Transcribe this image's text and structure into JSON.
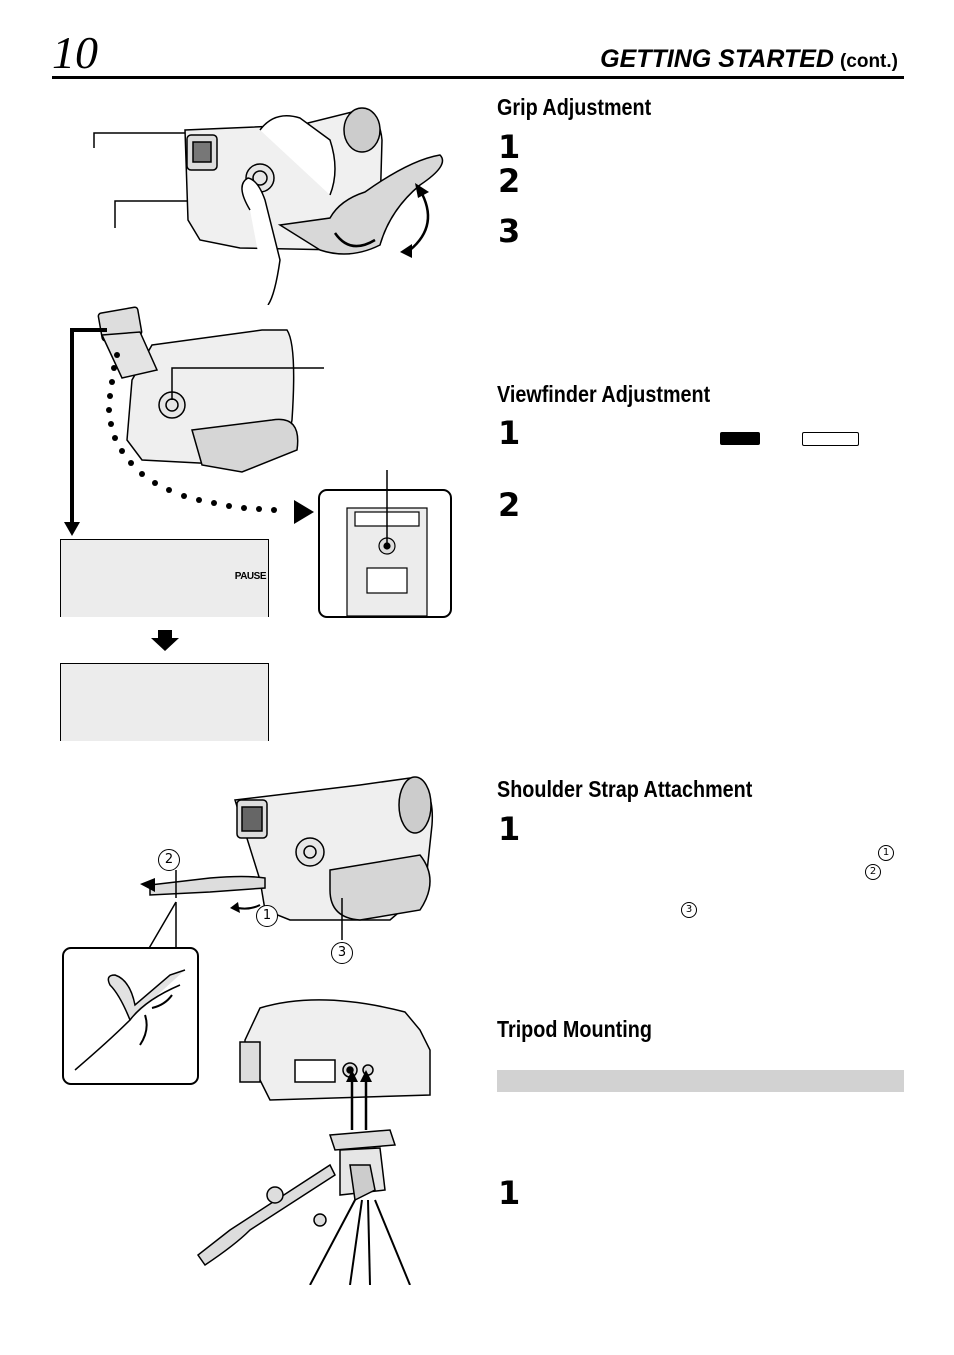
{
  "page": {
    "number": "10",
    "header_title": "GETTING STARTED",
    "header_cont": "(cont.)"
  },
  "sections": {
    "grip": {
      "title": "Grip Adjustment",
      "steps": [
        "1",
        "2",
        "3"
      ]
    },
    "viewfinder": {
      "title": "Viewfinder Adjustment",
      "steps": [
        "1",
        "2"
      ]
    },
    "shoulder": {
      "title": "Shoulder Strap Attachment",
      "steps": [
        "1"
      ]
    },
    "tripod": {
      "title": "Tripod Mounting",
      "steps": [
        "1"
      ]
    }
  },
  "figures": {
    "viewfinder_screen_text": "PAUSE",
    "strap_labels": [
      "1",
      "2",
      "3"
    ]
  }
}
